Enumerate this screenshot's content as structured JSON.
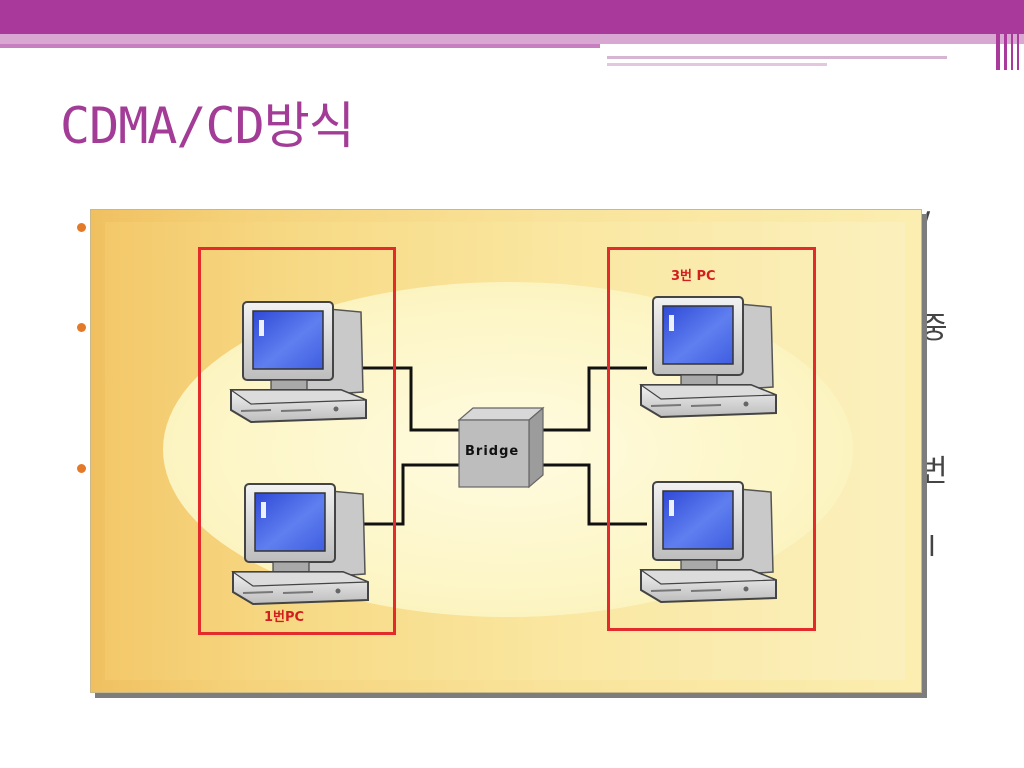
{
  "slide": {
    "title": "CDMA/CD방식"
  },
  "figure": {
    "bridge_label": "Bridge",
    "label_left": "1번PC",
    "label_right": "3번 PC"
  },
  "background_text": {
    "line1_fragment": "/",
    "line2_fragment": "중",
    "line3_fragment": "번",
    "line4_fragment": "l"
  },
  "colors": {
    "accent": "#a9399a",
    "title": "#a33c97",
    "bullet": "#e47a27",
    "box_red": "#e32b2b"
  }
}
